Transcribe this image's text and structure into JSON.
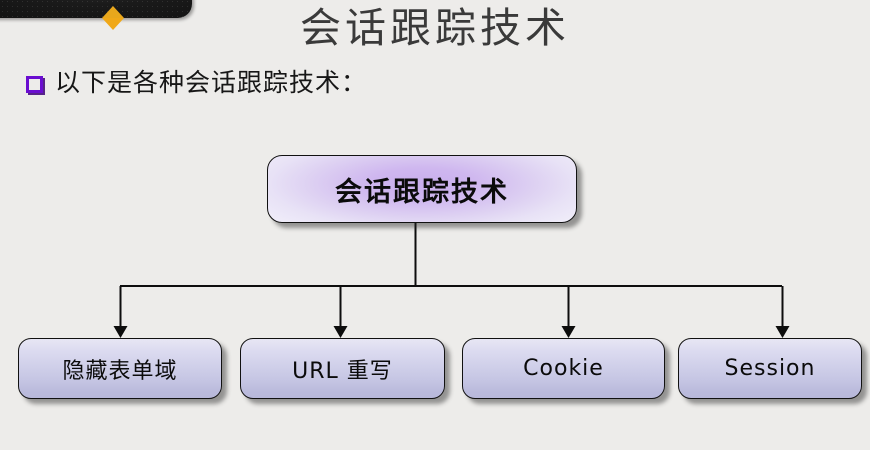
{
  "slide": {
    "title": "会话跟踪技术",
    "background_color": "#edecea"
  },
  "decoration": {
    "tab_name": "top-left-black-tab",
    "tab_color": "#1a1a1a",
    "diamond_color": "#efa81c"
  },
  "bullet": {
    "marker": "hollow-square",
    "marker_color": "#6a0dd0",
    "text": "以下是各种会话跟踪技术："
  },
  "diagram": {
    "type": "tree",
    "root": {
      "label": "会话跟踪技术",
      "fill": "#cfb7ef",
      "border": "#111111"
    },
    "children": [
      {
        "label": "隐藏表单域",
        "fill": "#cfcfe9"
      },
      {
        "label": "URL 重写",
        "fill": "#cfcfe9"
      },
      {
        "label": "Cookie",
        "fill": "#cfcfe9"
      },
      {
        "label": "Session",
        "fill": "#cfcfe9"
      }
    ],
    "connector_color": "#0d0d0d"
  }
}
